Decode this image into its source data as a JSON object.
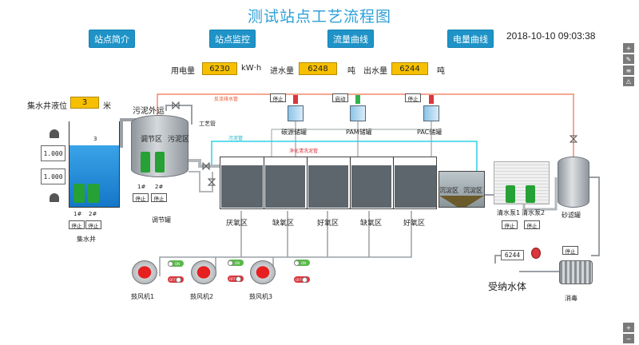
{
  "title": "测试站点工艺流程图",
  "nav": {
    "btn1": "站点简介",
    "btn2": "站点监控",
    "btn3": "流量曲线",
    "btn4": "电量曲线"
  },
  "datetime": "2018-10-10 09:03:38",
  "stats": {
    "power_label": "用电量",
    "power_value": "6230",
    "power_unit": "kW·h",
    "inflow_label": "进水量",
    "inflow_value": "6248",
    "inflow_unit": "吨",
    "outflow_label": "出水量",
    "outflow_value": "6244",
    "outflow_unit": "吨"
  },
  "well": {
    "level_label": "集水井液位",
    "level_value": "3",
    "level_unit": "米",
    "scale_mark": "3",
    "gauge1": "1.000",
    "gauge2": "1.000",
    "pump1": "1#",
    "pump2": "2#",
    "stop": "停止",
    "name": "集水井"
  },
  "conditioning": {
    "name": "调节罐",
    "zone1": "调节区",
    "zone2": "污泥区",
    "sludge_out": "污泥外运",
    "pipe_label": "工艺管",
    "pump1": "1#",
    "pump2": "2#",
    "stop": "停止"
  },
  "pipes": {
    "return": "反流排水管",
    "sewage": "污泥管",
    "wash": "净化清洗泥管"
  },
  "dosing": {
    "carbon": "碳源储罐",
    "pam": "PAM储罐",
    "pac": "PAC储罐",
    "stop": "停止",
    "start": "启动"
  },
  "zones": [
    "厌氧区",
    "缺氧区",
    "好氧区",
    "缺氧区",
    "好氧区"
  ],
  "settling": {
    "zone1": "沉淀区",
    "zone2": "沉淀区"
  },
  "clear": {
    "pump1": "清水泵1",
    "pump2": "清水泵2",
    "sand": "砂滤罐",
    "stop": "停止"
  },
  "blowers": {
    "b1": "鼓风机1",
    "b2": "鼓风机2",
    "b3": "鼓风机3",
    "on": "ON",
    "off": "OFF"
  },
  "discharge": {
    "meter_value": "6244",
    "receiving": "受纳水体",
    "disinfect": "消毒",
    "stop": "停止"
  },
  "colors": {
    "accent": "#1f93c7",
    "pipe_red": "#f28a6f",
    "pipe_cyan": "#2fd0e8",
    "yellow": "#f6c000"
  }
}
